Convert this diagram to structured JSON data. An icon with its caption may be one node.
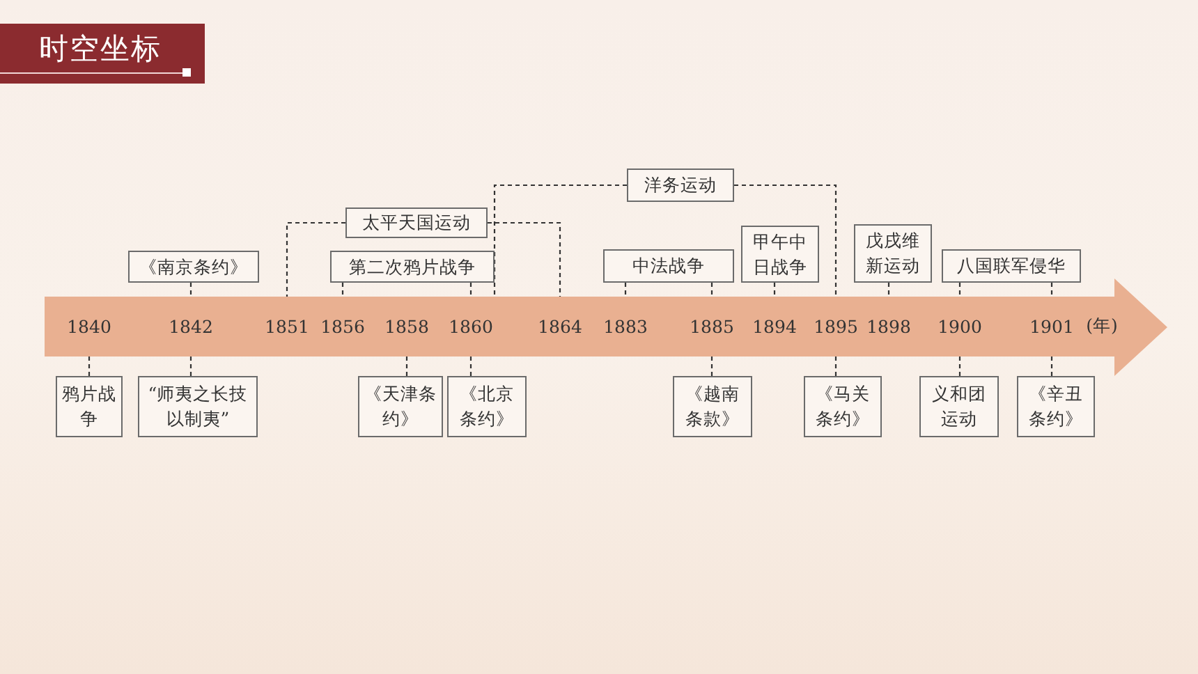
{
  "diagram": {
    "title": "时空坐标",
    "nodes": [
      {
        "text": [],
        "shape": "arrow"
      },
      {
        "text": [
          "1840"
        ],
        "in": 0
      },
      {
        "text": [
          "1842"
        ],
        "in": 0
      },
      {
        "text": [
          "1851"
        ],
        "in": 0
      },
      {
        "text": [
          "1856"
        ],
        "in": 0
      },
      {
        "text": [
          "1858"
        ],
        "in": 0
      },
      {
        "text": [
          "1860"
        ],
        "in": 0
      },
      {
        "text": [
          "1864"
        ],
        "in": 0
      },
      {
        "text": [
          "1883"
        ],
        "in": 0
      },
      {
        "text": [
          "1885"
        ],
        "in": 0
      },
      {
        "text": [
          "1894"
        ],
        "in": 0
      },
      {
        "text": [
          "1895"
        ],
        "in": 0
      },
      {
        "text": [
          "1898"
        ],
        "in": 0
      },
      {
        "text": [
          "1900"
        ],
        "in": 0
      },
      {
        "text": [
          "1901"
        ],
        "in": 0
      },
      {
        "text": [
          "洋务运动"
        ]
      },
      {
        "text": [
          "太平天国运动"
        ]
      },
      {
        "text": [
          "《南京条约》"
        ]
      },
      {
        "text": [
          "第二次鸦片战争"
        ]
      },
      {
        "text": [
          "中法战争"
        ]
      },
      {
        "text": [
          "甲午中日战争"
        ]
      },
      {
        "text": [
          "戊戌维新运动"
        ]
      },
      {
        "text": [
          "八国联军侵华"
        ]
      },
      {
        "text": [
          "鸦片战争"
        ]
      },
      {
        "text": [
          "“师夷之长技以制夷”"
        ]
      },
      {
        "text": [
          "《天津条约》"
        ]
      },
      {
        "text": [
          "《北京条约》"
        ]
      },
      {
        "text": [
          "《越南条款》"
        ]
      },
      {
        "text": [
          "《马关条约》"
        ]
      },
      {
        "text": [
          "义和团运动"
        ]
      },
      {
        "text": [
          "《辛丑条约》"
        ]
      }
    ],
    "edges": [
      {
        "from": 15,
        "to": 0,
        "arrow": "none",
        "style": "dashed"
      },
      {
        "from": 15,
        "to": 11,
        "arrow": "none",
        "style": "dashed"
      },
      {
        "from": 16,
        "to": 3,
        "arrow": "none",
        "style": "dashed"
      },
      {
        "from": 16,
        "to": 7,
        "arrow": "none",
        "style": "dashed"
      },
      {
        "from": 17,
        "to": 2,
        "arrow": "none",
        "style": "dashed"
      },
      {
        "from": 18,
        "to": 4,
        "arrow": "none",
        "style": "dashed"
      },
      {
        "from": 18,
        "to": 6,
        "arrow": "none",
        "style": "dashed"
      },
      {
        "from": 19,
        "to": 8,
        "arrow": "none",
        "style": "dashed"
      },
      {
        "from": 19,
        "to": 9,
        "arrow": "none",
        "style": "dashed"
      },
      {
        "from": 20,
        "to": 10,
        "arrow": "none",
        "style": "dashed"
      },
      {
        "from": 21,
        "to": 12,
        "arrow": "none",
        "style": "dashed"
      },
      {
        "from": 22,
        "to": 13,
        "arrow": "none",
        "style": "dashed"
      },
      {
        "from": 22,
        "to": 14,
        "arrow": "none",
        "style": "dashed"
      },
      {
        "from": 23,
        "to": 1,
        "arrow": "none",
        "style": "dashed"
      },
      {
        "from": 24,
        "to": 2,
        "arrow": "none",
        "style": "dashed"
      },
      {
        "from": 25,
        "to": 5,
        "arrow": "none",
        "style": "dashed"
      },
      {
        "from": 26,
        "to": 6,
        "arrow": "none",
        "style": "dashed"
      },
      {
        "from": 27,
        "to": 9,
        "arrow": "none",
        "style": "dashed"
      },
      {
        "from": 28,
        "to": 11,
        "arrow": "none",
        "style": "dashed"
      },
      {
        "from": 29,
        "to": 13,
        "arrow": "none",
        "style": "dashed"
      },
      {
        "from": 30,
        "to": 14,
        "arrow": "none",
        "style": "dashed"
      }
    ],
    "labels": [
      "(年)"
    ]
  }
}
